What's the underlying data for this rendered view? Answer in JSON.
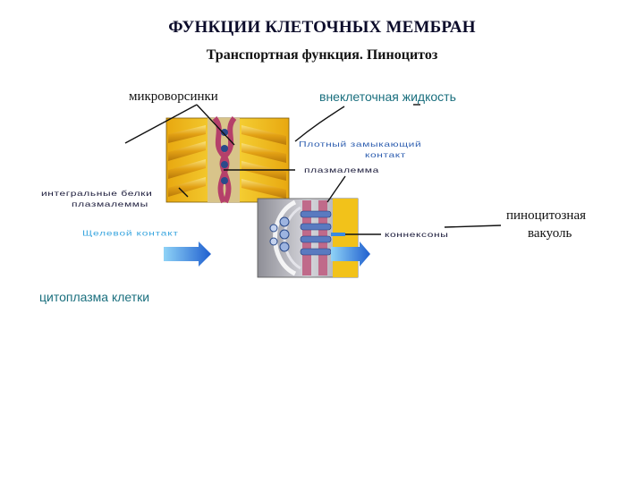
{
  "slide": {
    "title": "ФУНКЦИИ КЛЕТОЧНЫХ МЕМБРАН",
    "subtitle": "Транспортная функция. Пиноцитоз"
  },
  "labels": {
    "microvilli": "микроворсинки",
    "extracellular_fluid": "внеклеточная жидкость",
    "tight_junction_line1": "Плотный замыкающий",
    "tight_junction_line2": "контакт",
    "plasmalemma": "плазмалемма",
    "integral_proteins_line1": "интегральные белки",
    "integral_proteins_line2": "плазмалеммы",
    "gap_junction": "Щелевой контакт",
    "connexons": "коннексоны",
    "pinocytic_vacuole_line1": "пиноцитозная",
    "pinocytic_vacuole_line2": "вакуоль",
    "cytoplasm": "цитоплазма клетки"
  },
  "colors": {
    "membrane_yellow": "#f2c21a",
    "membrane_pink": "#c06a8a",
    "arrow_blue": "#2a7ad6",
    "label_teal": "#1a6f7e",
    "label_blue": "#2f5fb0",
    "label_sky": "#3aa6df"
  }
}
